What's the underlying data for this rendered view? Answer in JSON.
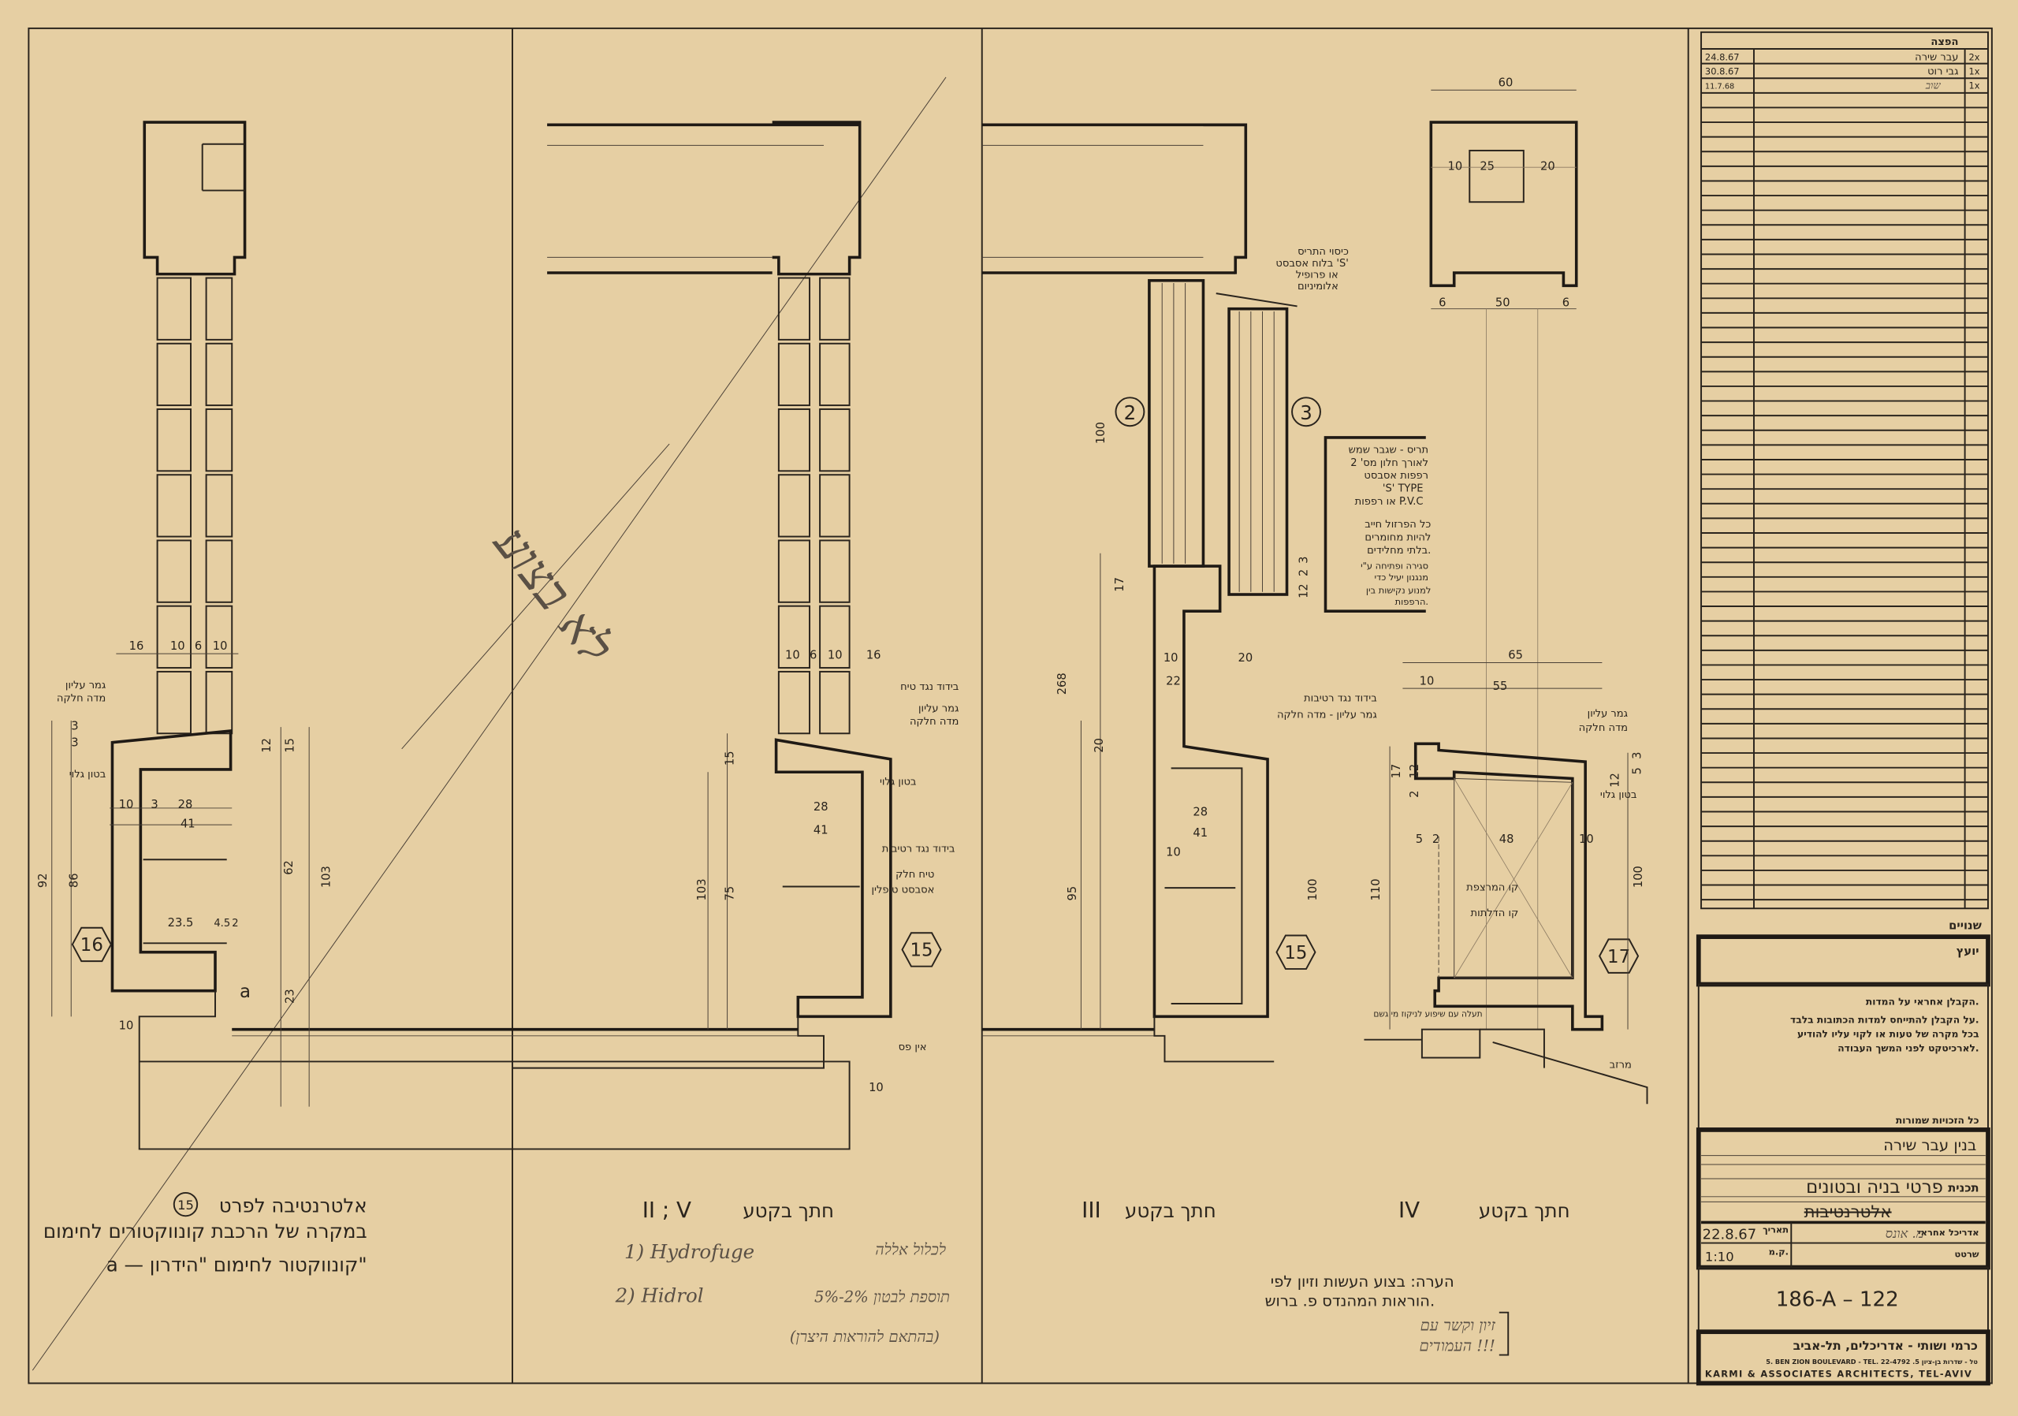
{
  "colors": {
    "paper": "#e6cfa3",
    "ink": "#2a241d",
    "concrete": "#d6c3a0",
    "pencil": "#5a5045"
  },
  "revisions": {
    "title": "הפצה",
    "rows": [
      {
        "date": "24.8.67",
        "name": "עבר שירה",
        "count": "2x"
      },
      {
        "date": "30.8.67",
        "name": "גבי רוט",
        "count": "1x"
      },
      {
        "date": "11.7.68",
        "name": "שוב",
        "count": "1x"
      }
    ],
    "changes_label": "שנויים"
  },
  "title_block": {
    "consultant_label": "יועץ",
    "notes": [
      "הקבלן אחראי על המדות.",
      "על הקבלן להתייחס למדות הכתובות בלבד.",
      "בכל מקרה של טעות או לקוי עליו להודיע",
      "לארכיטקט לפני המשך העבודה."
    ],
    "rights": "כל הזכויות שמורות",
    "project": "בנין עבר שירה",
    "plan_label": "תכנית",
    "plan": "פרטי בניה ובטונים",
    "subtitle": "אלטרנטיבות",
    "date_label": "תאריך",
    "date": "22.8.67",
    "scale_label": "ק.מ.",
    "scale": "1:10",
    "architect_label": "אדריכל אחראי",
    "architect": "מ. אונס",
    "drafter_label": "שרטט",
    "drawing_number": "186-A – 122",
    "firm_name": "כרמי ושותי - אדריכלים, תל-אביב",
    "firm_address": "5. BEN ZION BOULEVARD - TEL. 22-4792 .טל - שדרות בן-ציון 5",
    "firm_english": "KARMI & ASSOCIATES ARCHITECTS, TEL-AVIV"
  },
  "stamp": "לא בצוע",
  "panels": [
    {
      "detail": "16",
      "caption": [
        "אלטרנטיבה לפרט",
        "במקרה של הרכבת קונווקטורים לחימום",
        "a — קונווקטור לחימום \"הידרון\""
      ],
      "caption_ref": "15",
      "callouts": [
        "גמר עליון",
        "מדה חלקה",
        "בטון גלוי"
      ],
      "dims": [
        "16",
        "10",
        "6",
        "10",
        "3",
        "3",
        "12",
        "15",
        "10",
        "3",
        "28",
        "41",
        "92",
        "86",
        "62",
        "103",
        "23.5",
        "4.5",
        "2",
        "10",
        "23",
        "a"
      ]
    },
    {
      "detail": "15",
      "section": "חתך בקטע",
      "section_no": "II ; V",
      "callouts": [
        "בידוד נגד טיח",
        "גמר עליון",
        "מדה חלקה",
        "בטון גלוי",
        "בידוד נגד רטיבות",
        "טיח חלק",
        "אסבסט טופלין",
        "אין פס"
      ],
      "handnotes": [
        "1) Hydrofuge",
        "2) Hidrol",
        "לכלול אללה",
        "תוספת לבטון 2%-5%",
        "(בהתאם להוראות היצרן)"
      ],
      "dims": [
        "10",
        "6",
        "10",
        "16",
        "15",
        "28",
        "41",
        "103",
        "75",
        "10"
      ]
    },
    {
      "detail": "15",
      "window_refs": [
        "2",
        "3"
      ],
      "section": "חתך בקטע",
      "section_no": "III",
      "callouts": [
        "כיסוי התריס",
        "בלוח אסבסט 'S'",
        "או פרופיל",
        "אלומיניום",
        "בידוד נגד רטיבות",
        "גמר עליון - מדה חלקה"
      ],
      "shutter_note": [
        "תריס - שגבר שמש",
        "לאורך חלון מס' 2",
        "רפפות אסבסט",
        "'S' TYPE",
        "או רפפות P.V.C",
        "כל הפרזול חייב",
        "להיות מחומרים",
        "בלתי מחלידים.",
        "סגירה ופתיחה ע\"י",
        "מנגנון יעיל כדי",
        "למנוע נקישות בין",
        "הרפפות."
      ],
      "dims": [
        "100",
        "268",
        "17",
        "10",
        "20",
        "22",
        "20",
        "95",
        "28",
        "41",
        "10",
        "100",
        "12",
        "2",
        "3"
      ],
      "note": [
        "הערה: בצוע העשות וזיון לפי",
        "הוראות המהנדס פ. ברוש."
      ],
      "bracket_note": [
        "זיון וקשר עם",
        "העמודים !!!"
      ]
    },
    {
      "detail": "17",
      "section": "חתך בקטע",
      "section_no": "IV",
      "callouts": [
        "גמר עליון",
        "מדה חלקה",
        "בטון גלוי",
        "קו המרצפת",
        "קו הדלתות",
        "תעלה עם שיפוע לניקוז מי גשם",
        "מרזב"
      ],
      "dims": [
        "60",
        "10",
        "25",
        "20",
        "6",
        "50",
        "6",
        "65",
        "10",
        "55",
        "17",
        "12",
        "2",
        "5",
        "2",
        "48",
        "10",
        "100",
        "110",
        "3",
        "5",
        "12"
      ]
    }
  ]
}
